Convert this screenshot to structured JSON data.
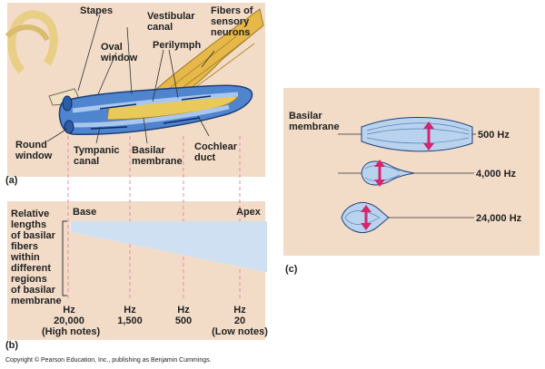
{
  "panel_a": {
    "tag": "(a)",
    "labels": {
      "stapes": "Stapes",
      "oval_window": "Oval\nwindow",
      "vestibular_canal": "Vestibular\ncanal",
      "fibers": "Fibers of\nsensory\nneurons",
      "perilymph": "Perilymph",
      "round_window": "Round\nwindow",
      "tympanic_canal": "Tympanic\ncanal",
      "basilar_membrane": "Basilar\nmembrane",
      "cochlear_duct": "Cochlear\nduct"
    }
  },
  "panel_b": {
    "tag": "(b)",
    "base": "Base",
    "apex": "Apex",
    "side_caption": "Relative\nlengths\nof basilar\nfibers\nwithin\ndifferent\nregions\nof basilar\nmembrane",
    "freq_labels": [
      {
        "text": "Hz\n20,000\n(High notes)"
      },
      {
        "text": "Hz\n1,500"
      },
      {
        "text": "Hz\n500"
      },
      {
        "text": "Hz\n20\n(Low notes)"
      }
    ]
  },
  "panel_c": {
    "tag": "(c)",
    "title": "Basilar\nmembrane",
    "rows": [
      {
        "freq": "500 Hz"
      },
      {
        "freq": "4,000 Hz"
      },
      {
        "freq": "24,000 Hz"
      }
    ]
  },
  "copyright": "Copyright © Pearson Education, Inc., publishing as Benjamin Cummings.",
  "colors": {
    "panel_bg": "#f2dcc8",
    "canal_blue": "#5b8fd6",
    "membrane_fill": "#b9d3ef",
    "arrow_magenta": "#d6246e",
    "nerve_gold": "#e0b23a",
    "guide_pink": "#e68aa8"
  }
}
